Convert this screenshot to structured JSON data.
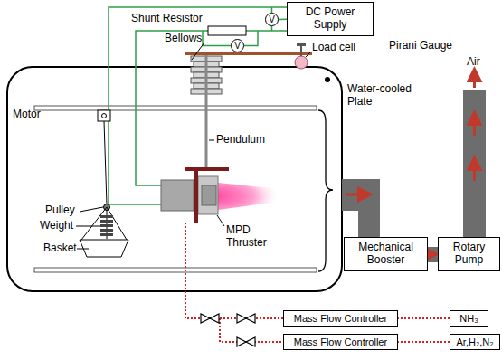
{
  "diagram": {
    "nodes": [
      {
        "text": [
          "DC Power Supply"
        ]
      },
      {
        "text": [
          "V"
        ]
      },
      {
        "text": [
          "V"
        ]
      },
      {
        "text": [
          "Mechanical Booster"
        ]
      },
      {
        "text": [
          "Rotary Pump"
        ]
      },
      {
        "text": [
          "Mass Flow Controller"
        ]
      },
      {
        "text": [
          "NH₃"
        ]
      },
      {
        "text": [
          "Mass Flow Controller"
        ]
      },
      {
        "text": [
          "Ar,H₂,N₂"
        ]
      }
    ],
    "edges": [
      {
        "from": 0,
        "to": 1,
        "arrow": "none"
      },
      {
        "from": 3,
        "to": 4,
        "arrow": "to"
      },
      {
        "from": 6,
        "to": 5,
        "arrow": "none"
      },
      {
        "from": 8,
        "to": 7,
        "arrow": "none"
      }
    ],
    "labels": [
      "Shunt Resistor",
      "Bellows",
      "Load cell",
      "Pirani Gauge",
      "Air",
      "Water-cooled Plate",
      "Motor",
      "Pendulum",
      "Pulley",
      "Weight",
      "Basket",
      "MPD Thruster"
    ]
  }
}
